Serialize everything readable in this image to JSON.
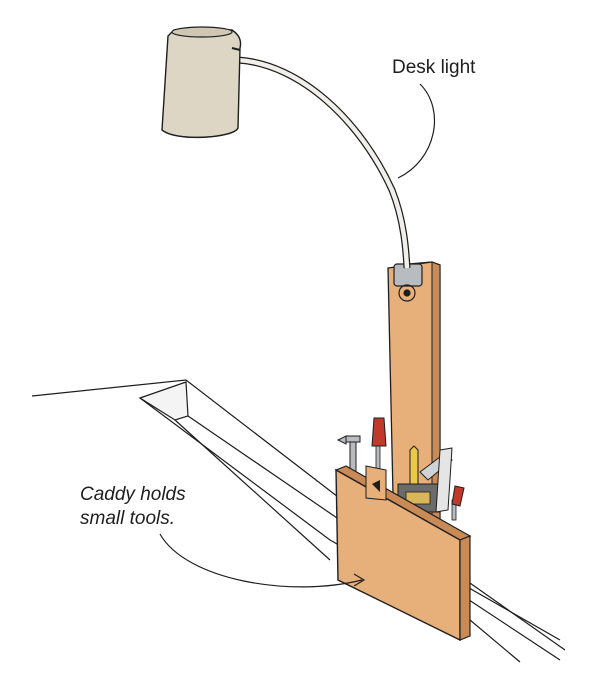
{
  "labels": {
    "desk_light": "Desk light",
    "caddy_line1": "Caddy holds",
    "caddy_line2": "small tools."
  },
  "colors": {
    "ink": "#1e1e1e",
    "shade": "#ddd6c4",
    "wood": "#e7b07a",
    "wood_dark": "#c98a55",
    "tool_red": "#c0392b",
    "steel": "#b8bcc0"
  },
  "icons": [
    "desk-light-icon",
    "gooseneck-arm-icon",
    "upright-board-icon",
    "tool-caddy-icon",
    "screwdriver-icon",
    "pencil-icon",
    "combination-square-icon",
    "hammer-icon"
  ]
}
